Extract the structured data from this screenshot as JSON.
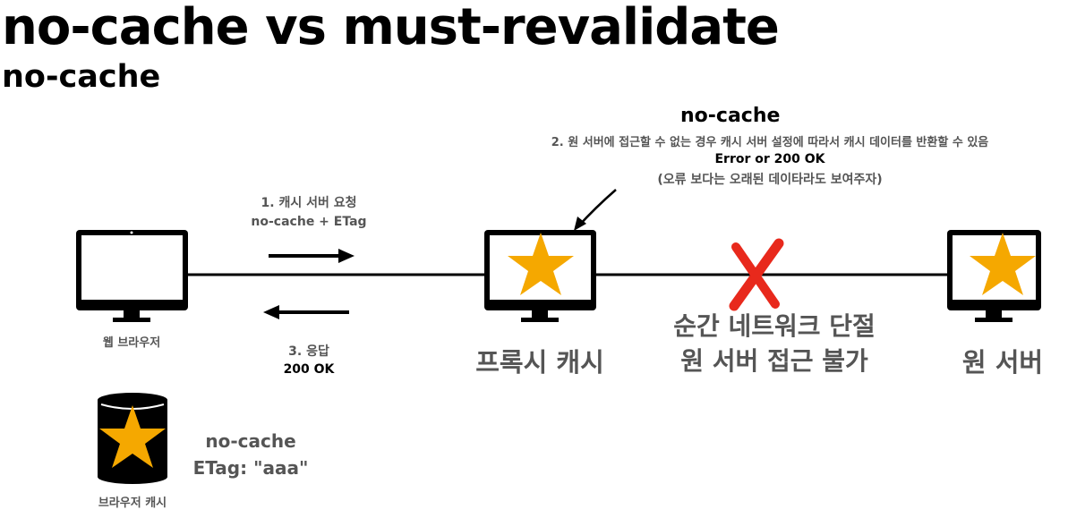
{
  "title": "no-cache vs must-revalidate",
  "subtitle": "no-cache",
  "proxy_note": {
    "heading": "no-cache",
    "line1": "2. 원 서버에 접근할 수 없는 경우 캐시 서버 설정에 따라서 캐시 데이터를 반환할 수 있음",
    "line2": "Error or 200 OK",
    "line3": "(오류 보다는 오래된 데이타라도 보여주자)"
  },
  "request": {
    "line1": "1. 캐시 서버 요청",
    "line2": "no-cache + ETag"
  },
  "response": {
    "line1": "3. 응답",
    "line2": "200 OK"
  },
  "nodes": {
    "browser_label": "웹 브라우저",
    "proxy_label": "프록시 캐시",
    "origin_label": "원 서버",
    "browser_cache_label": "브라우저 캐시"
  },
  "network_failure": {
    "line1": "순간 네트워크 단절",
    "line2": "원 서버 접근 불가"
  },
  "browser_cache_info": {
    "line1": "no-cache",
    "line2": "ETag: \"aaa\""
  },
  "colors": {
    "star": "#f5a800",
    "cross": "#e8291c",
    "monitor": "#000000"
  }
}
